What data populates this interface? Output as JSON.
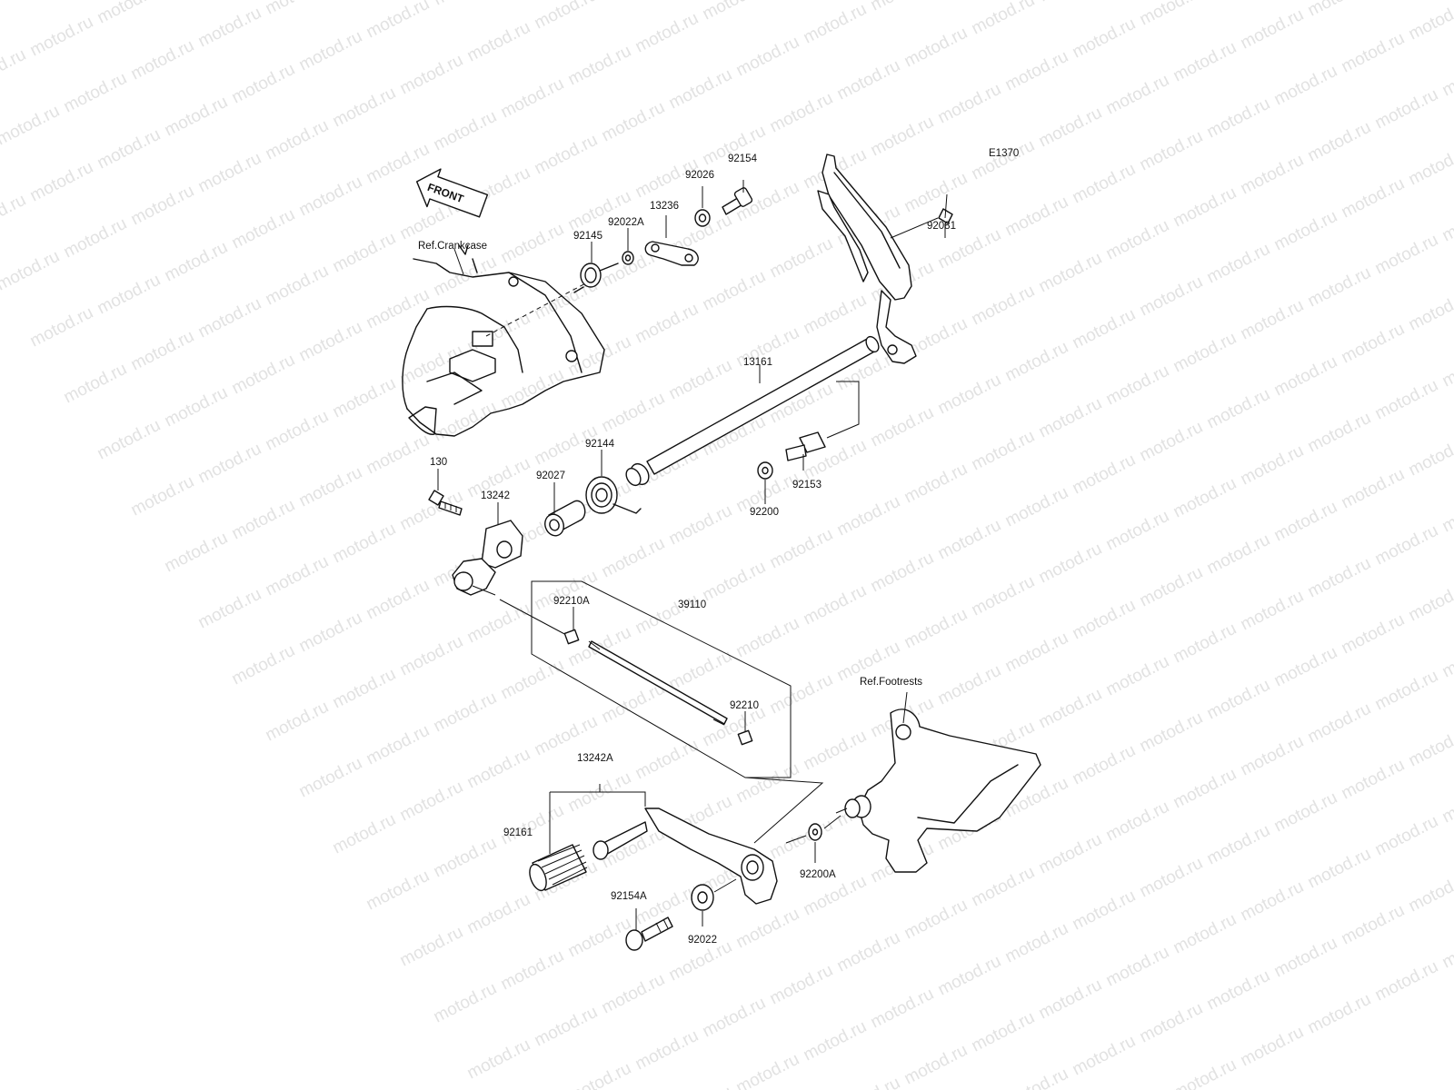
{
  "watermark": "motod.ru",
  "diagram_code": "E1370",
  "front_label": "FRONT",
  "references": {
    "crankcase": "Ref.Crankcase",
    "footrests": "Ref.Footrests"
  },
  "parts": [
    {
      "id": "p92154",
      "label": "92154"
    },
    {
      "id": "p92026",
      "label": "92026"
    },
    {
      "id": "p13236",
      "label": "13236"
    },
    {
      "id": "p92022A",
      "label": "92022A"
    },
    {
      "id": "p92145",
      "label": "92145"
    },
    {
      "id": "p92081",
      "label": "92081"
    },
    {
      "id": "p13161",
      "label": "13161"
    },
    {
      "id": "p92144",
      "label": "92144"
    },
    {
      "id": "p92027",
      "label": "92027"
    },
    {
      "id": "p130",
      "label": "130"
    },
    {
      "id": "p13242",
      "label": "13242"
    },
    {
      "id": "p92153",
      "label": "92153"
    },
    {
      "id": "p92200",
      "label": "92200"
    },
    {
      "id": "p92210A",
      "label": "92210A"
    },
    {
      "id": "p39110",
      "label": "39110"
    },
    {
      "id": "p92210",
      "label": "92210"
    },
    {
      "id": "p13242A",
      "label": "13242A"
    },
    {
      "id": "p92161",
      "label": "92161"
    },
    {
      "id": "p92154A",
      "label": "92154A"
    },
    {
      "id": "p92022",
      "label": "92022"
    },
    {
      "id": "p92200A",
      "label": "92200A"
    }
  ]
}
